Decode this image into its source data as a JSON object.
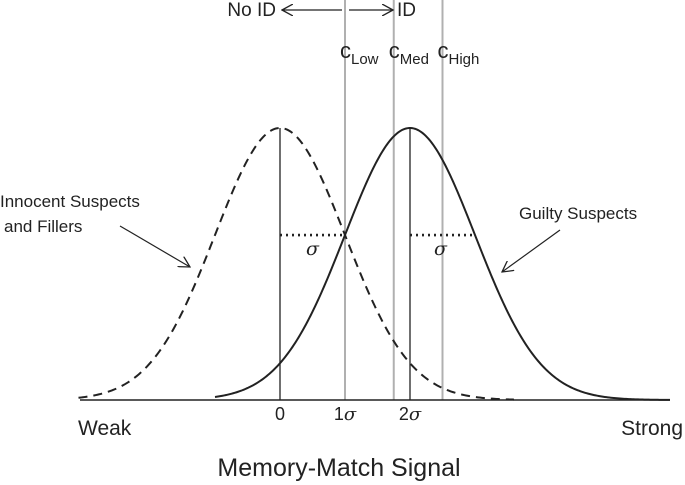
{
  "title": "Memory-Match Signal",
  "decision_labels": {
    "left": "No ID",
    "right": "ID"
  },
  "criteria": [
    {
      "name": "low",
      "letter": "c",
      "sub": "Low",
      "value": 1.0
    },
    {
      "name": "med",
      "letter": "c",
      "sub": "Med",
      "value": 1.75
    },
    {
      "name": "high",
      "letter": "c",
      "sub": "High",
      "value": 2.5
    }
  ],
  "distributions": [
    {
      "name": "innocent",
      "label_lines": [
        "Innocent Suspects",
        "and Fillers"
      ],
      "mean": 0,
      "sd": 1,
      "line": "dashed"
    },
    {
      "name": "guilty",
      "label_lines": [
        "Guilty Suspects"
      ],
      "mean": 2,
      "sd": 1,
      "line": "solid"
    }
  ],
  "sigma_symbol": "σ",
  "axis": {
    "left_label": "Weak",
    "right_label": "Strong",
    "ticks": [
      {
        "name": "zero",
        "value": 0,
        "num": "0",
        "sym": ""
      },
      {
        "name": "one-sigma",
        "value": 1,
        "num": "1",
        "sym": "σ"
      },
      {
        "name": "two-sigma",
        "value": 2,
        "num": "2",
        "sym": "σ"
      }
    ]
  }
}
